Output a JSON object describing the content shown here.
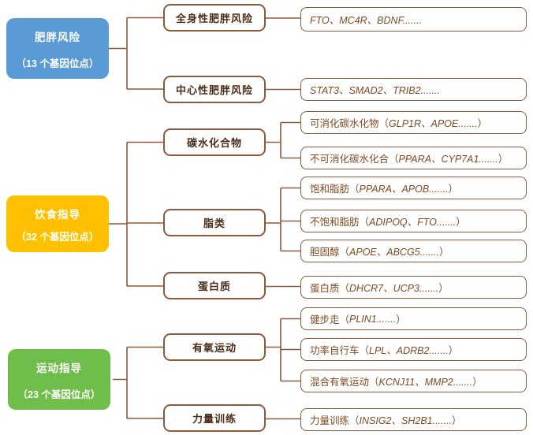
{
  "colors": {
    "blue": "#5B9BD5",
    "orange": "#FFC000",
    "green": "#6FBE4B",
    "line": "#8C5A3C",
    "midtext": "#4A2D17",
    "leaftext": "#7D4A21",
    "background": "#FFFFFF"
  },
  "roots": {
    "obesity": {
      "title": "肥胖风险",
      "subtitle": "（13 个基因位点）"
    },
    "diet": {
      "title": "饮食指导",
      "subtitle": "（32 个基因位点）"
    },
    "exercise": {
      "title": "运动指导",
      "subtitle": "（23 个基因位点）"
    }
  },
  "mid": {
    "whole_body": "全身性肥胖风险",
    "central": "中心性肥胖风险",
    "carb": "碳水化合物",
    "lipid": "脂类",
    "protein": "蛋白质",
    "aerobic": "有氧运动",
    "strength": "力量训练"
  },
  "leaf": {
    "r1": {
      "pre": "",
      "genes": "FTO、MC4R、BDNF.......",
      "suf": ""
    },
    "r2": {
      "pre": "",
      "genes": "STAT3、SMAD2、TRIB2.......",
      "suf": ""
    },
    "r3": {
      "pre": "可消化碳水化物（",
      "genes": "GLP1R、APOE.......",
      "suf": "）"
    },
    "r4": {
      "pre": "不可消化碳水化合（",
      "genes": "PPARA、CYP7A1.......",
      "suf": "）"
    },
    "r5": {
      "pre": "饱和脂肪（",
      "genes": "PPARA、APOB.......",
      "suf": "）"
    },
    "r6": {
      "pre": "不饱和脂肪（",
      "genes": "ADIPOQ、FTO.......",
      "suf": "）"
    },
    "r7": {
      "pre": "胆固醇（",
      "genes": "APOE、ABCG5.......",
      "suf": "）"
    },
    "r8": {
      "pre": "蛋白质（",
      "genes": "DHCR7、UCP3.......",
      "suf": "）"
    },
    "r9": {
      "pre": "健步走（",
      "genes": "PLIN1.......",
      "suf": "）"
    },
    "r10": {
      "pre": "功率自行车（",
      "genes": "LPL、ADRB2.......",
      "suf": "）"
    },
    "r11": {
      "pre": "混合有氧运动（",
      "genes": "KCNJ11、MMP2.......",
      "suf": "）"
    },
    "r12": {
      "pre": "力量训练（",
      "genes": "INSIG2、SH2B1.......",
      "suf": "）"
    }
  }
}
